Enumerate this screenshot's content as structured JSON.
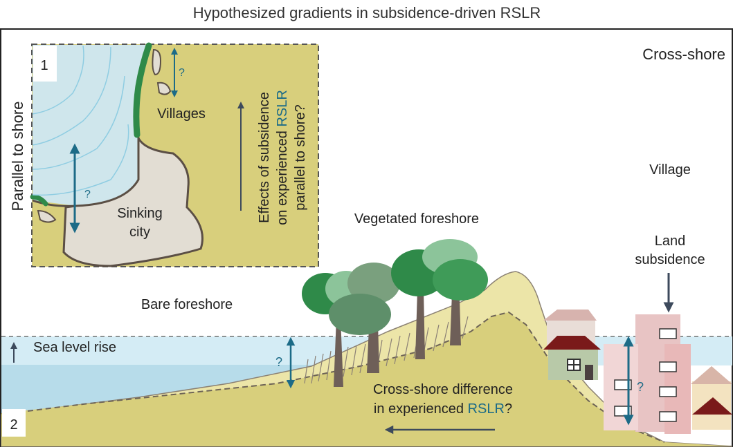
{
  "title": "Hypothesized gradients in subsidence-driven RSLR",
  "panel1": {
    "number": "1",
    "side_label": "Parallel to shore",
    "villages_label": "Villages",
    "city_label_line1": "Sinking",
    "city_label_line2": "city",
    "question_mark": "?",
    "effects_line1": "Effects of subsidence",
    "effects_line2_pre": "on experienced ",
    "effects_line2_hl": "RSLR",
    "effects_line3": "parallel to shore?"
  },
  "panel2": {
    "number": "2",
    "cross_shore_label": "Cross-shore",
    "village_label": "Village",
    "land_subsidence_line1": "Land",
    "land_subsidence_line2": "subsidence",
    "vegetated_label": "Vegetated foreshore",
    "bare_label": "Bare foreshore",
    "sea_level_label": "Sea level rise",
    "question_mark": "?",
    "difference_line1": "Cross-shore difference",
    "difference_line2_pre": "in experienced ",
    "difference_line2_hl": "RSLR",
    "difference_line2_post": "?"
  },
  "colors": {
    "accent_teal": "#1c6b87",
    "land_yellow": "#d8cf7c",
    "sea_blue": "#bde1ee",
    "city_grey": "#e2ddd3",
    "vegetation_green": "#2f8a49",
    "outline_dark": "#5b4f45"
  }
}
